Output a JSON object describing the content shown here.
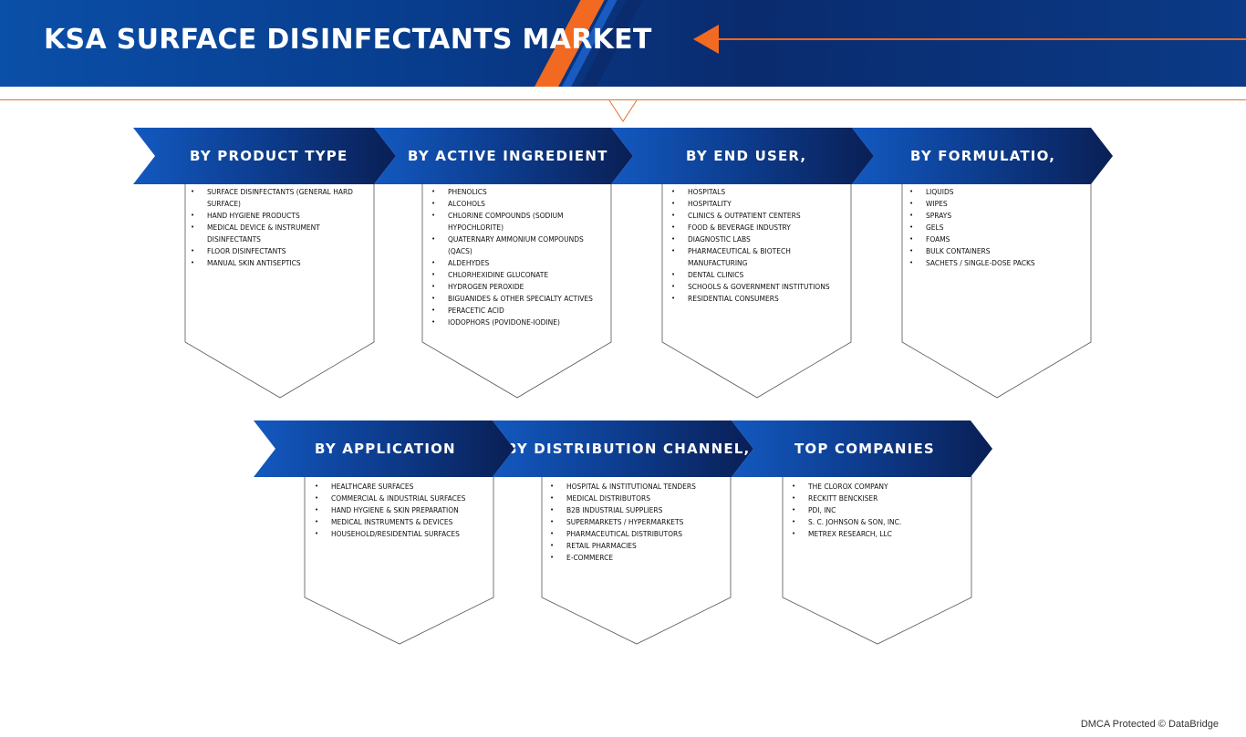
{
  "header": {
    "title": "KSA SURFACE DISINFECTANTS MARKET"
  },
  "segments": [
    {
      "title": "BY PRODUCT TYPE",
      "items": [
        "Surface disinfectants (general hard surface)",
        "Hand hygiene products",
        "Medical device & instrument disinfectants",
        "Floor disinfectants",
        "Manual skin antiseptics"
      ]
    },
    {
      "title": "BY ACTIVE INGREDIENT",
      "items": [
        "Phenolics",
        "Alcohols",
        "Chlorine compounds (sodium hypochlorite)",
        "Quaternary ammonium compounds (QACs)",
        "Aldehydes",
        "Chlorhexidine gluconate",
        "Hydrogen peroxide",
        "Biguanides & other specialty actives",
        "Peracetic acid",
        "Iodophors (povidone-iodine)"
      ]
    },
    {
      "title": "BY END USER,",
      "items": [
        "Hospitals",
        "Hospitality",
        "Clinics & outpatient centers",
        "Food & beverage industry",
        "Diagnostic labs",
        "Pharmaceutical & biotech manufacturing",
        "Dental clinics",
        "Schools & government institutions",
        "Residential consumers"
      ]
    },
    {
      "title": "BY FORMULATIO,",
      "items": [
        "Liquids",
        "Wipes",
        "Sprays",
        "Gels",
        "Foams",
        "Bulk containers",
        "Sachets / single-dose packs"
      ]
    },
    {
      "title": "BY  APPLICATION",
      "items": [
        "Healthcare surfaces",
        "Commercial & industrial surfaces",
        "Hand hygiene & skin preparation",
        "Medical instruments & devices",
        "Household/residential surfaces"
      ]
    },
    {
      "title": "BY DISTRIBUTION CHANNEL,",
      "items": [
        "Hospital & institutional tenders",
        "Medical distributors",
        "B2B industrial suppliers",
        "Supermarkets / hypermarkets",
        "Pharmaceutical distributors",
        "Retail pharmacies",
        "E-commerce"
      ]
    },
    {
      "title": "TOP COMPANIES",
      "items": [
        "The Clorox Company",
        "Reckitt Benckiser",
        "PDI, Inc",
        "S. C. Johnson & Son, Inc.",
        "Metrex Research, LLC"
      ]
    }
  ],
  "footer": {
    "text": "DMCA Protected © DataBridge"
  },
  "colors": {
    "header_blue": "#0a3a86",
    "accent_orange": "#f26a21",
    "tab_dark": "#0a1f55"
  }
}
